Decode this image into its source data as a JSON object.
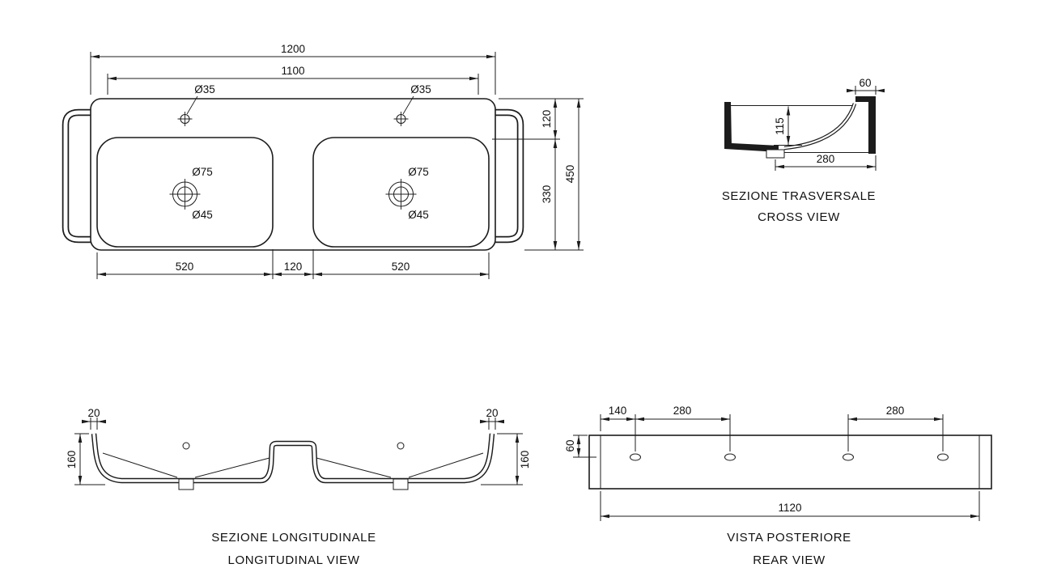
{
  "page": {
    "background": "#ffffff",
    "line_color": "#1c1c1c"
  },
  "plan_view": {
    "dim_width_overall": "1200",
    "dim_width_inner": "1100",
    "dim_faucet_left": "Ø35",
    "dim_faucet_right": "Ø35",
    "dim_drain_left_top": "Ø75",
    "dim_drain_left_bottom": "Ø45",
    "dim_drain_right_top": "Ø75",
    "dim_drain_right_bottom": "Ø45",
    "dim_edge_to_basin": "120",
    "dim_basin_depth": "330",
    "dim_depth_overall": "450",
    "dim_basin_left_width": "520",
    "dim_basin_gap": "120",
    "dim_basin_right_width": "520"
  },
  "cross_view": {
    "title_primary": "SEZIONE TRASVERSALE",
    "title_secondary": "CROSS VIEW",
    "dim_ledge_width": "60",
    "dim_basin_depth": "115",
    "dim_basin_width": "280"
  },
  "longitudinal_view": {
    "title_primary": "SEZIONE LONGITUDINALE",
    "title_secondary": "LONGITUDINAL VIEW",
    "dim_wall_left": "20",
    "dim_wall_right": "20",
    "dim_height_left": "160",
    "dim_height_right": "160"
  },
  "rear_view": {
    "title_primary": "VISTA POSTERIORE",
    "title_secondary": "REAR VIEW",
    "dim_hole_offset": "140",
    "dim_hole_spacing_left": "280",
    "dim_hole_spacing_right": "280",
    "dim_top_to_holes": "60",
    "dim_width_fixing": "1120"
  }
}
